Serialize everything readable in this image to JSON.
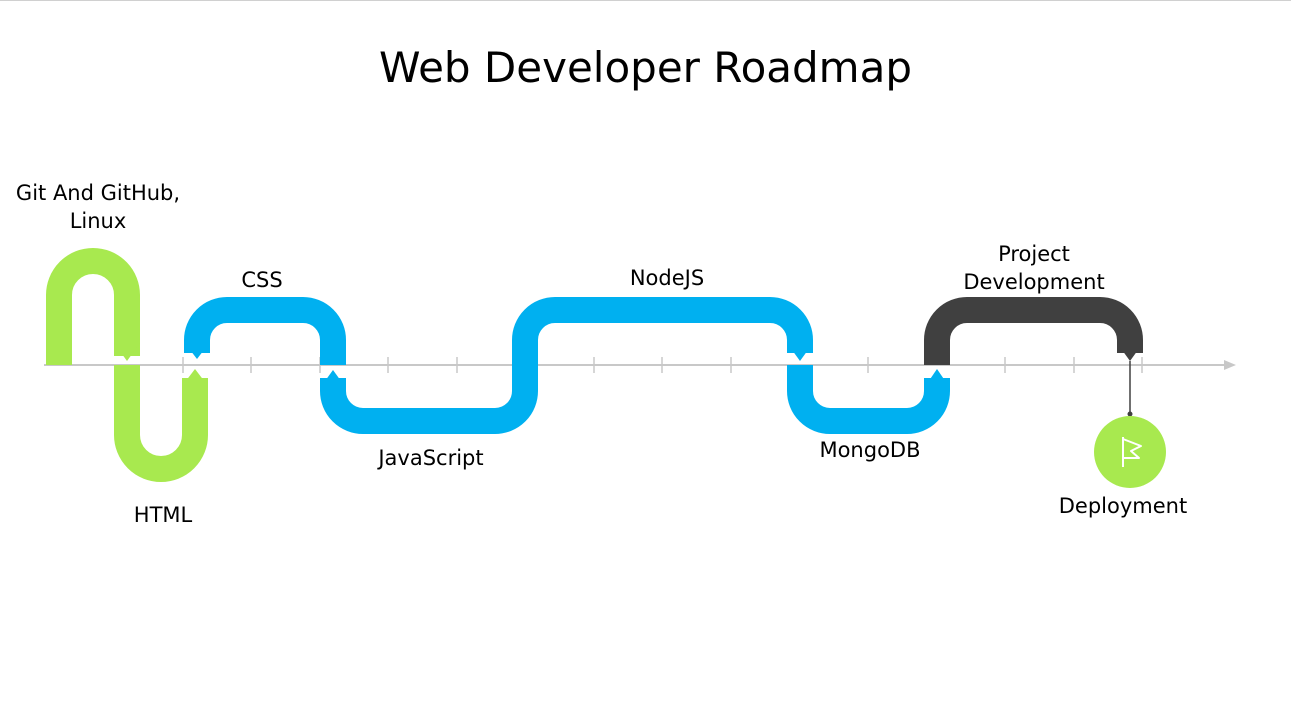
{
  "title": "Web Developer Roadmap",
  "colors": {
    "green": "#a8e94f",
    "blue": "#00b0f0",
    "dark": "#404040",
    "axis": "#c8c8c8"
  },
  "steps": [
    {
      "label_lines": [
        "Git And GitHub,",
        "Linux"
      ],
      "color": "green",
      "side": "up"
    },
    {
      "label_lines": [
        "HTML"
      ],
      "color": "green",
      "side": "down"
    },
    {
      "label_lines": [
        "CSS"
      ],
      "color": "blue",
      "side": "up"
    },
    {
      "label_lines": [
        "JavaScript"
      ],
      "color": "blue",
      "side": "down"
    },
    {
      "label_lines": [
        "NodeJS"
      ],
      "color": "blue",
      "side": "up"
    },
    {
      "label_lines": [
        "MongoDB"
      ],
      "color": "blue",
      "side": "down"
    },
    {
      "label_lines": [
        "Project",
        "Development"
      ],
      "color": "dark",
      "side": "up"
    },
    {
      "label_lines": [
        "Deployment"
      ],
      "color": "green",
      "side": "milestone",
      "icon": "flag-icon"
    }
  ]
}
